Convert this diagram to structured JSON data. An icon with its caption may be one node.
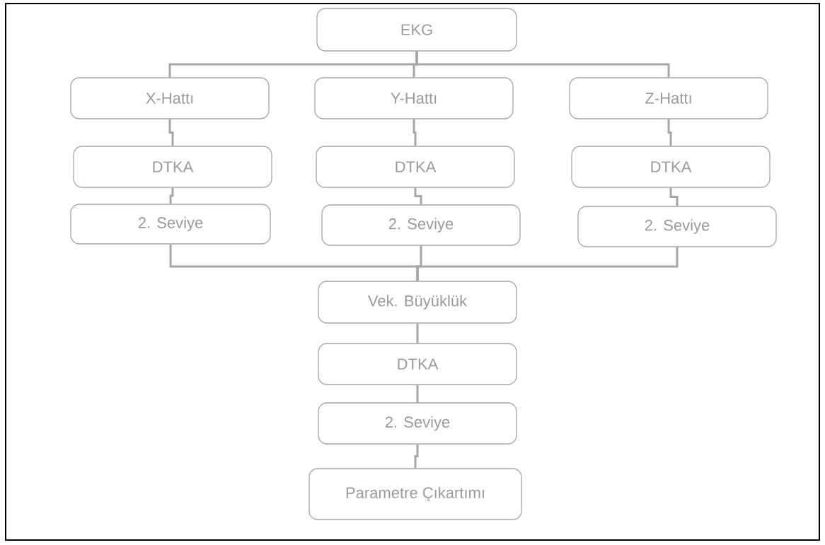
{
  "diagram": {
    "nodes": [
      {
        "text": [
          "EKG"
        ]
      },
      {
        "text": [
          "X-Hattı"
        ]
      },
      {
        "text": [
          "Y-Hattı"
        ]
      },
      {
        "text": [
          "Z-Hattı"
        ]
      },
      {
        "text": [
          "DTKA"
        ]
      },
      {
        "text": [
          "DTKA"
        ]
      },
      {
        "text": [
          "DTKA"
        ]
      },
      {
        "text": [
          "2. Seviye"
        ]
      },
      {
        "text": [
          "2. Seviye"
        ]
      },
      {
        "text": [
          "2. Seviye"
        ]
      },
      {
        "text": [
          "Vek. Büyüklük"
        ]
      },
      {
        "text": [
          "DTKA"
        ]
      },
      {
        "text": [
          "2. Seviye"
        ]
      },
      {
        "text": [
          "Parametre Çıkartımı"
        ]
      }
    ],
    "edges": [
      {
        "from": 0,
        "to": 1,
        "arrow": "none"
      },
      {
        "from": 0,
        "to": 2,
        "arrow": "none"
      },
      {
        "from": 0,
        "to": 3,
        "arrow": "none"
      },
      {
        "from": 1,
        "to": 4,
        "arrow": "none"
      },
      {
        "from": 2,
        "to": 5,
        "arrow": "none"
      },
      {
        "from": 3,
        "to": 6,
        "arrow": "none"
      },
      {
        "from": 4,
        "to": 7,
        "arrow": "none"
      },
      {
        "from": 5,
        "to": 8,
        "arrow": "none"
      },
      {
        "from": 6,
        "to": 9,
        "arrow": "none"
      },
      {
        "from": 7,
        "to": 10,
        "arrow": "none"
      },
      {
        "from": 8,
        "to": 10,
        "arrow": "none"
      },
      {
        "from": 9,
        "to": 10,
        "arrow": "none"
      },
      {
        "from": 10,
        "to": 11,
        "arrow": "none"
      },
      {
        "from": 11,
        "to": 12,
        "arrow": "none"
      },
      {
        "from": 12,
        "to": 13,
        "arrow": "none"
      }
    ]
  }
}
